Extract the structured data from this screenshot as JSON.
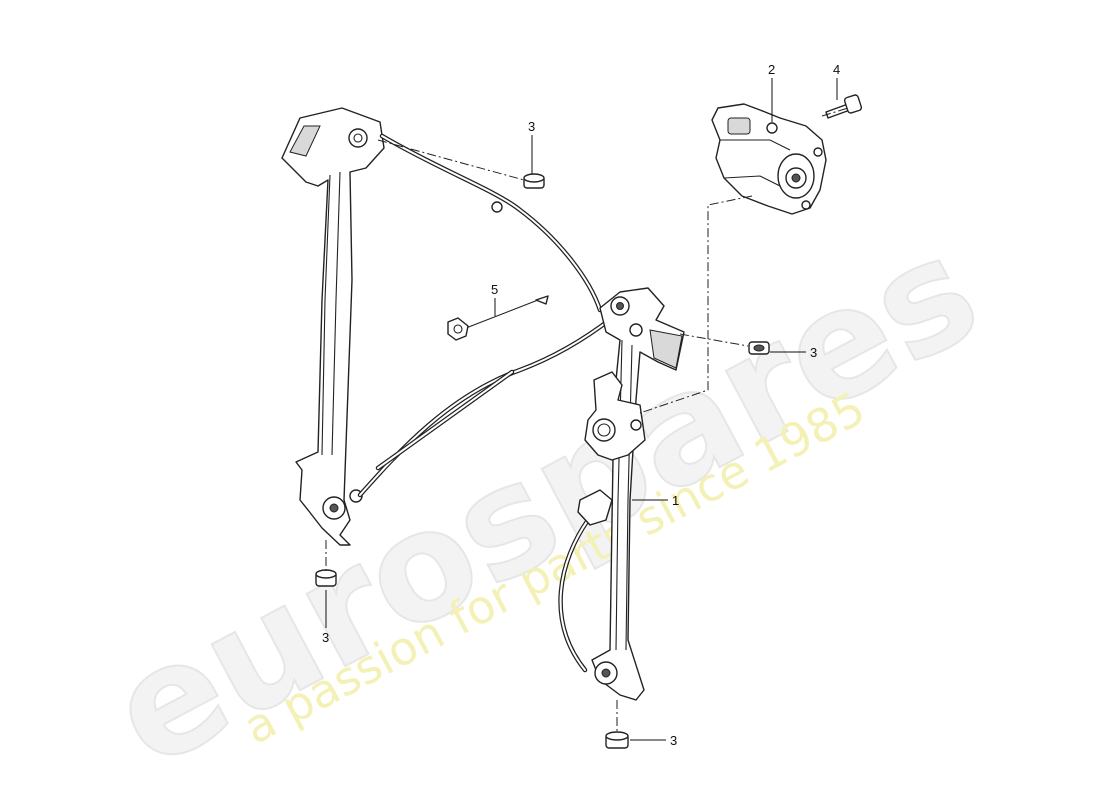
{
  "watermark": {
    "brand": "eurospares",
    "tagline": "a passion for parts since 1985"
  },
  "callouts": [
    {
      "id": "c1",
      "label": "1"
    },
    {
      "id": "c2",
      "label": "2"
    },
    {
      "id": "c3a",
      "label": "3"
    },
    {
      "id": "c3b",
      "label": "3"
    },
    {
      "id": "c3c",
      "label": "3"
    },
    {
      "id": "c3d",
      "label": "3"
    },
    {
      "id": "c4",
      "label": "4"
    },
    {
      "id": "c5",
      "label": "5"
    }
  ]
}
